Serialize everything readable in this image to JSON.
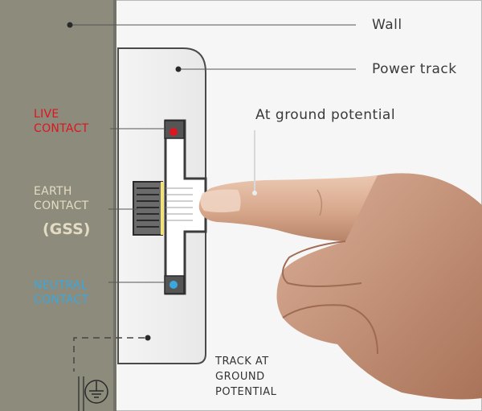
{
  "labels": {
    "wall": "Wall",
    "power_track": "Power track",
    "at_ground": "At ground potential",
    "live": [
      "LIVE",
      "CONTACT"
    ],
    "earth": [
      "EARTH",
      "CONTACT"
    ],
    "gss": "(GSS)",
    "neutral": [
      "NEUTRAL",
      "CONTACT"
    ],
    "track_at_ground": [
      "TRACK AT",
      "GROUND",
      "POTENTIAL"
    ]
  },
  "colors": {
    "live": "#e0141e",
    "earth": "#e3dcc3",
    "neutral": "#3aa8df",
    "wall": "#8c8b7c",
    "label_text": "#3a3a3a"
  },
  "icons": [
    "ground-symbol-icon",
    "finger-icon"
  ]
}
